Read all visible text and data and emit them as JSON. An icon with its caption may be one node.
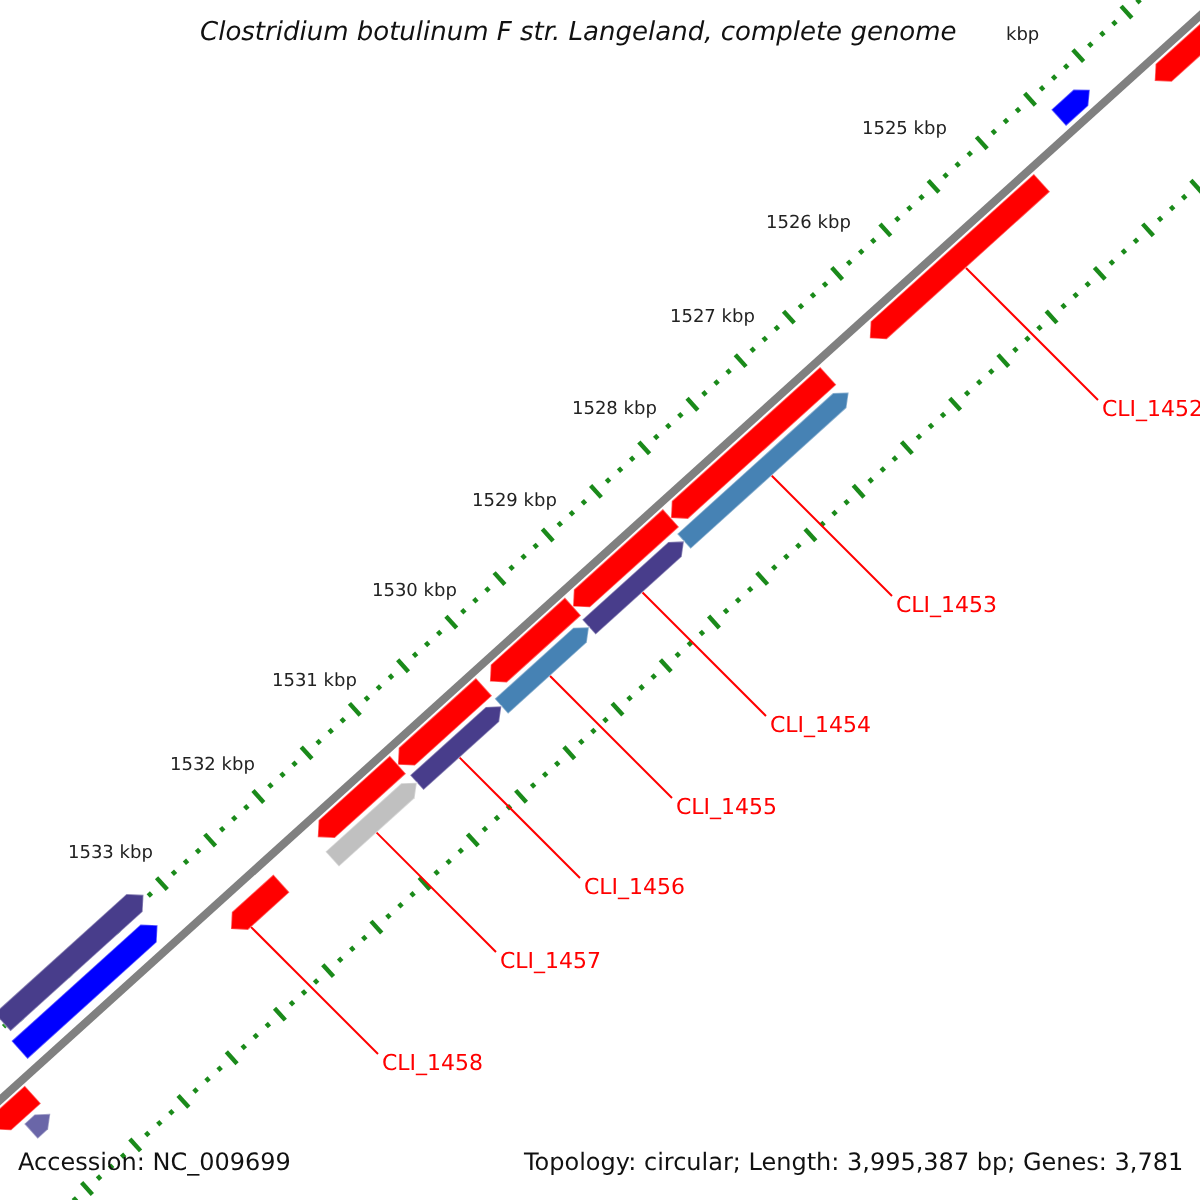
{
  "diagram": {
    "title": "Clostridium botulinum F str. Langeland, complete genome",
    "nodes": [
      {
        "text": [
          "CLI_1452"
        ]
      },
      {
        "text": [
          "CLI_1453"
        ]
      },
      {
        "text": [
          "CLI_1454"
        ]
      },
      {
        "text": [
          "CLI_1455"
        ]
      },
      {
        "text": [
          "CLI_1456"
        ]
      },
      {
        "text": [
          "CLI_1457"
        ]
      },
      {
        "text": [
          "CLI_1458"
        ]
      },
      {
        "text": [],
        "shape": "bar"
      },
      {
        "text": [],
        "shape": "bar"
      },
      {
        "text": [],
        "shape": "bar"
      },
      {
        "text": [],
        "shape": "bar"
      },
      {
        "text": [],
        "shape": "bar"
      },
      {
        "text": [],
        "shape": "bar"
      },
      {
        "text": [],
        "shape": "bar"
      },
      {
        "text": [],
        "shape": "bar"
      },
      {
        "text": [],
        "shape": "bar"
      },
      {
        "text": [],
        "shape": "bar"
      },
      {
        "text": [],
        "shape": "bar"
      },
      {
        "text": [],
        "shape": "bar"
      },
      {
        "text": [],
        "shape": "bar"
      },
      {
        "text": [],
        "shape": "bar"
      },
      {
        "text": [],
        "shape": "bar"
      },
      {
        "text": [],
        "shape": "bar"
      },
      {
        "text": [],
        "shape": "bar"
      },
      {
        "text": [],
        "shape": "bar"
      }
    ],
    "edges": [
      {
        "from": 0,
        "to": 9,
        "arrow": "none"
      },
      {
        "from": 1,
        "to": 11,
        "arrow": "none"
      },
      {
        "from": 2,
        "to": 13,
        "arrow": "none"
      },
      {
        "from": 3,
        "to": 15,
        "arrow": "none"
      },
      {
        "from": 4,
        "to": 17,
        "arrow": "none"
      },
      {
        "from": 5,
        "to": 19,
        "arrow": "none"
      },
      {
        "from": 6,
        "to": 20,
        "arrow": "none"
      }
    ],
    "labels": [
      "kbp",
      "1525 kbp",
      "1526 kbp",
      "1527 kbp",
      "1528 kbp",
      "1529 kbp",
      "1530 kbp",
      "1531 kbp",
      "1532 kbp",
      "1533 kbp",
      "Accession: NC_009699",
      "Topology: circular; Length: 3,995,387 bp; Genes: 3,781"
    ]
  }
}
